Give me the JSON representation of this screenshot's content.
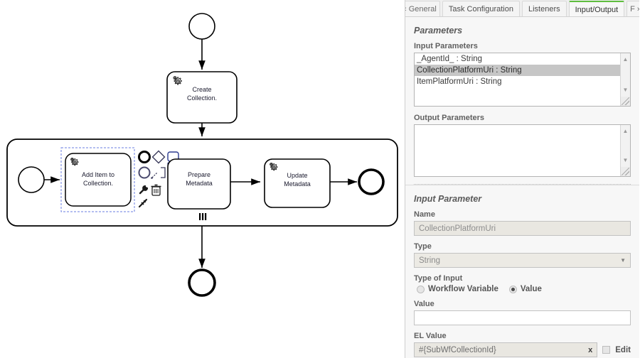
{
  "canvas": {
    "diagram_type": "bpmn-process",
    "nodes": [
      {
        "id": "start",
        "type": "start-event",
        "label": ""
      },
      {
        "id": "create-collection",
        "type": "service-task",
        "label_line1": "Create",
        "label_line2": "Collection."
      },
      {
        "id": "subprocess",
        "type": "sub-process",
        "marker": "parallel-multi-instance",
        "marker_glyph": "‖‖"
      },
      {
        "id": "sub-start",
        "type": "start-event",
        "label": ""
      },
      {
        "id": "add-item",
        "type": "service-task",
        "label_line1": "Add Item to",
        "label_line2": "Collection.",
        "selected": true
      },
      {
        "id": "prepare-metadata",
        "type": "task",
        "label_line1": "Prepare",
        "label_line2": "Metadata"
      },
      {
        "id": "update-metadata",
        "type": "service-task",
        "label_line1": "Update",
        "label_line2": "Metadata"
      },
      {
        "id": "sub-end",
        "type": "end-event",
        "label": ""
      },
      {
        "id": "end",
        "type": "end-event",
        "label": ""
      }
    ],
    "context_pad": [
      "end-event-icon",
      "gateway-icon",
      "task-icon",
      "intermediate-event-icon",
      "append-shape-icon",
      "wrench-icon",
      "trash-icon",
      "connect-icon"
    ]
  },
  "panel": {
    "tabs": [
      {
        "label": "‹ General",
        "active": false,
        "clipped": true
      },
      {
        "label": "Task Configuration",
        "active": false
      },
      {
        "label": "Listeners",
        "active": false
      },
      {
        "label": "Input/Output",
        "active": true
      },
      {
        "label": "F ›",
        "active": false,
        "clipped": true
      }
    ],
    "accent_color": "#5ebd3e",
    "parameters": {
      "section_title": "Parameters",
      "input_label": "Input Parameters",
      "input_items": [
        {
          "text": "_AgentId_ : String",
          "selected": false
        },
        {
          "text": "CollectionPlatformUri : String",
          "selected": true
        },
        {
          "text": "ItemPlatformUri : String",
          "selected": false
        }
      ],
      "output_label": "Output Parameters",
      "output_items": []
    },
    "input_parameter": {
      "section_title": "Input Parameter",
      "name_label": "Name",
      "name_value": "CollectionPlatformUri",
      "type_label": "Type",
      "type_value": "String",
      "type_options": [
        "String"
      ],
      "type_of_input_label": "Type of Input",
      "radio_workflow_variable": "Workflow Variable",
      "radio_value": "Value",
      "selected_input_type": "Value",
      "value_label": "Value",
      "value_text": "",
      "value_placeholder": "",
      "el_value_label": "EL Value",
      "el_value_text": "#{SubWfCollectionId}",
      "el_clear_glyph": "x",
      "edit_label": "Edit",
      "edit_checked": false
    }
  }
}
